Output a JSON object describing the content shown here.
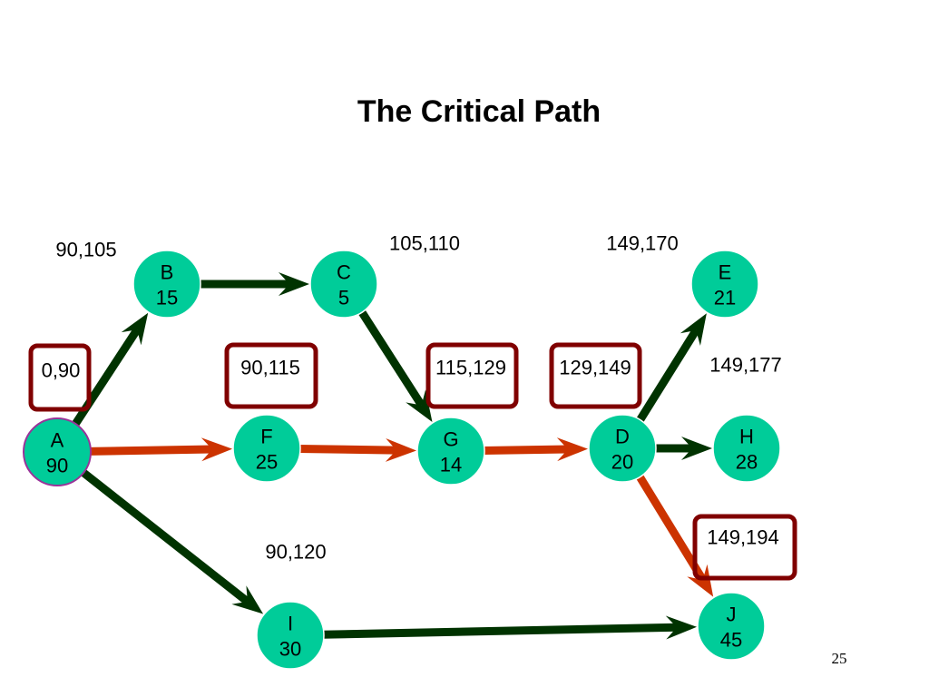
{
  "title": "The Critical Path",
  "page_number": "25",
  "colors": {
    "node_fill": "#00cc99",
    "normal_arrow": "#003300",
    "critical_arrow": "#cc3300",
    "box_border": "#800000"
  },
  "nodes": [
    {
      "id": "A",
      "label": "A",
      "duration": "90"
    },
    {
      "id": "B",
      "label": "B",
      "duration": "15"
    },
    {
      "id": "C",
      "label": "C",
      "duration": "5"
    },
    {
      "id": "E",
      "label": "E",
      "duration": "21"
    },
    {
      "id": "F",
      "label": "F",
      "duration": "25"
    },
    {
      "id": "G",
      "label": "G",
      "duration": "14"
    },
    {
      "id": "D",
      "label": "D",
      "duration": "20"
    },
    {
      "id": "H",
      "label": "H",
      "duration": "28"
    },
    {
      "id": "I",
      "label": "I",
      "duration": "30"
    },
    {
      "id": "J",
      "label": "J",
      "duration": "45"
    }
  ],
  "edges": [
    {
      "from": "A",
      "to": "B",
      "critical": false
    },
    {
      "from": "B",
      "to": "C",
      "critical": false
    },
    {
      "from": "C",
      "to": "G",
      "critical": false
    },
    {
      "from": "A",
      "to": "F",
      "critical": true
    },
    {
      "from": "F",
      "to": "G",
      "critical": true
    },
    {
      "from": "G",
      "to": "D",
      "critical": true
    },
    {
      "from": "D",
      "to": "E",
      "critical": false
    },
    {
      "from": "D",
      "to": "H",
      "critical": false
    },
    {
      "from": "D",
      "to": "J",
      "critical": true
    },
    {
      "from": "A",
      "to": "I",
      "critical": false
    },
    {
      "from": "I",
      "to": "J",
      "critical": false
    }
  ],
  "time_labels": [
    {
      "id": "A",
      "text": "0,90",
      "boxed": true
    },
    {
      "id": "B",
      "text": "90,105",
      "boxed": false
    },
    {
      "id": "C",
      "text": "105,110",
      "boxed": false
    },
    {
      "id": "E",
      "text": "149,170",
      "boxed": false
    },
    {
      "id": "F",
      "text": "90,115",
      "boxed": true
    },
    {
      "id": "G",
      "text": "115,129",
      "boxed": true
    },
    {
      "id": "D",
      "text": "129,149",
      "boxed": true
    },
    {
      "id": "H",
      "text": "149,177",
      "boxed": false
    },
    {
      "id": "J",
      "text": "149,194",
      "boxed": true
    },
    {
      "id": "I",
      "text": "90,120",
      "boxed": false
    }
  ]
}
